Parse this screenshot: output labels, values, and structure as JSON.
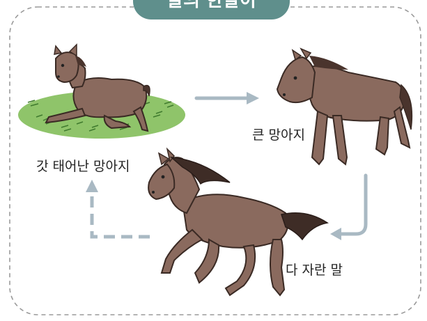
{
  "title": "말의 한살이",
  "stages": [
    {
      "label": "갓 태어난 망아지"
    },
    {
      "label": "큰 망아지"
    },
    {
      "label": "다 자란 말"
    }
  ],
  "colors": {
    "title_tab": "#5f8f8c",
    "frame_dash": "#9a9a9a",
    "arrow": "#a9b9c3",
    "grass": "#8fc46a",
    "horse_body": "#8a6a5e",
    "mane": "#4a342d"
  }
}
